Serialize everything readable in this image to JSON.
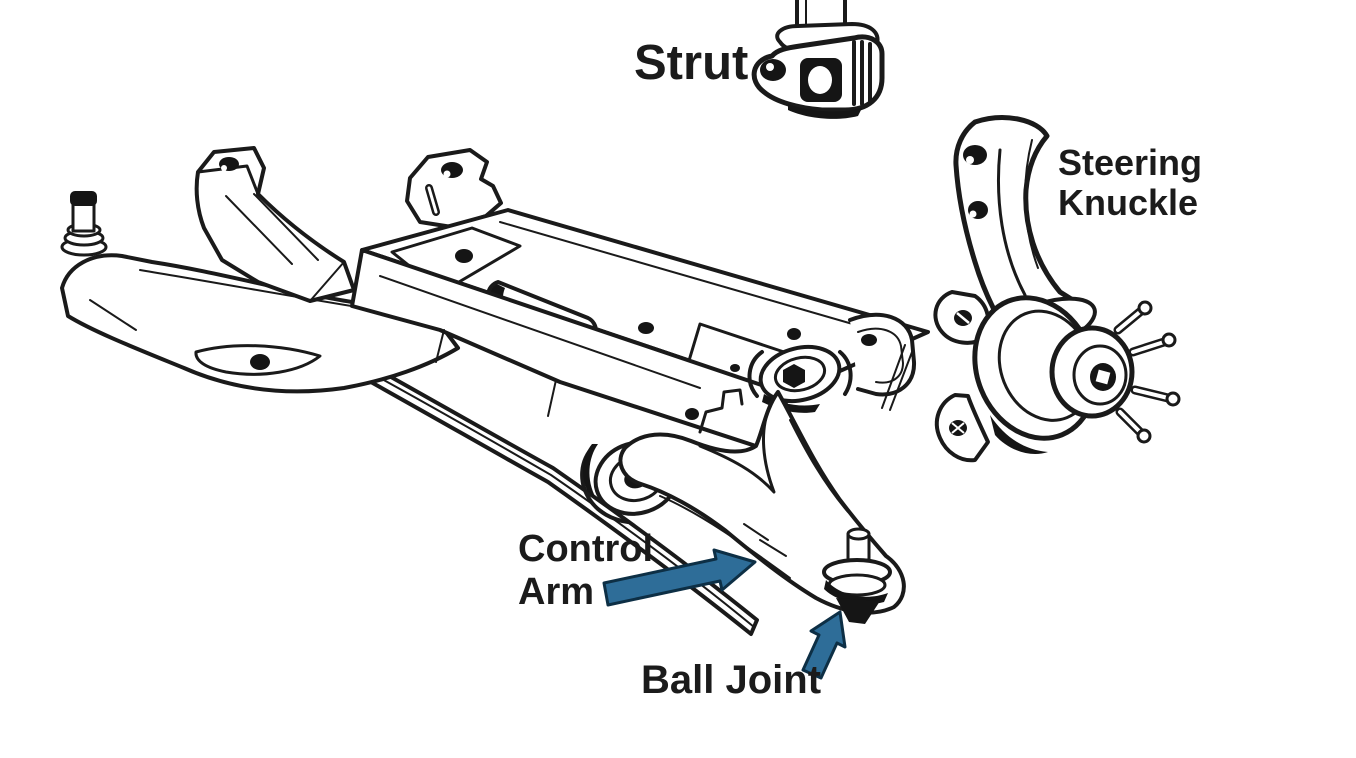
{
  "page": {
    "background": "#ffffff"
  },
  "colors": {
    "ink": "#1a1a1a",
    "arrow_fill": "#2e6d98",
    "arrow_outline": "#0d2f45",
    "label_text": "#1b1b1b"
  },
  "labels": {
    "strut": "Strut",
    "steering_knuckle_line1": "Steering",
    "steering_knuckle_line2": "Knuckle",
    "control_arm_line1": "Control",
    "control_arm_line2": "Arm",
    "ball_joint": "Ball Joint"
  },
  "icons": {
    "control_arm_arrow": "arrow-right",
    "ball_joint_arrow": "arrow-up-right"
  }
}
